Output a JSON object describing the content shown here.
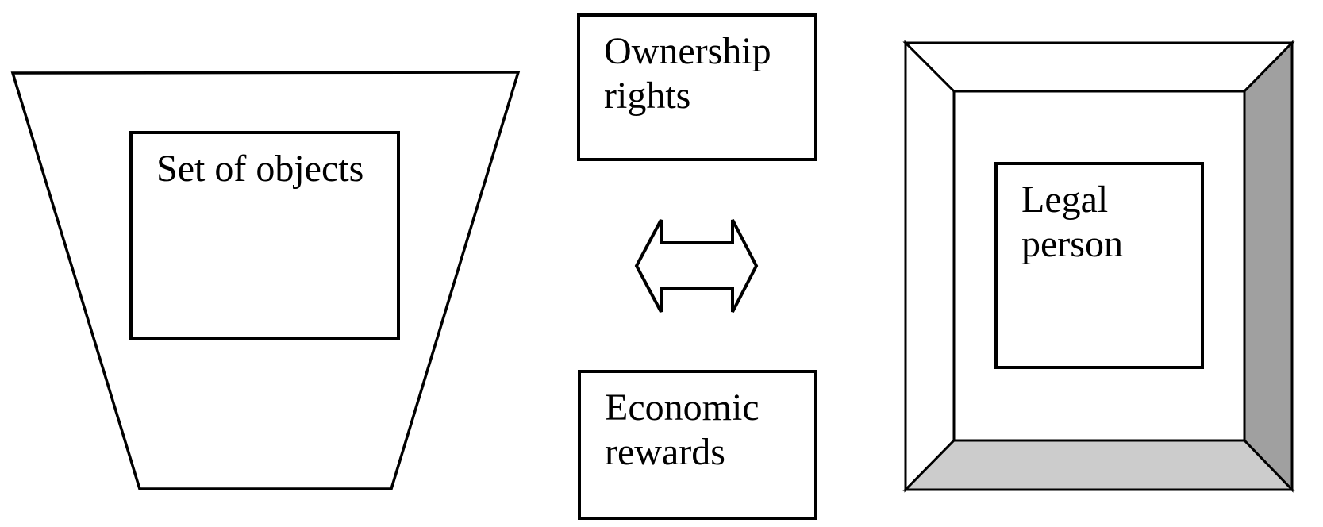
{
  "diagram": {
    "set_of_objects": {
      "label": "Set of objects"
    },
    "ownership_rights": {
      "label": "Ownership rights"
    },
    "economic_rewards": {
      "label": "Economic rewards"
    },
    "legal_person": {
      "label": "Legal person"
    },
    "shapes": {
      "left_shape": "funnel-trapezoid",
      "center_shape": "double-headed-arrow",
      "right_shape": "3d-beveled-frame"
    }
  },
  "colors": {
    "stroke": "#000000",
    "text": "#000000",
    "background": "#ffffff",
    "shape_fill": "#ffffff",
    "frame_right_face": "#a0a0a0",
    "frame_bottom_face": "#cccccc",
    "frame_top_face": "#ffffff",
    "frame_left_face": "#ffffff"
  }
}
